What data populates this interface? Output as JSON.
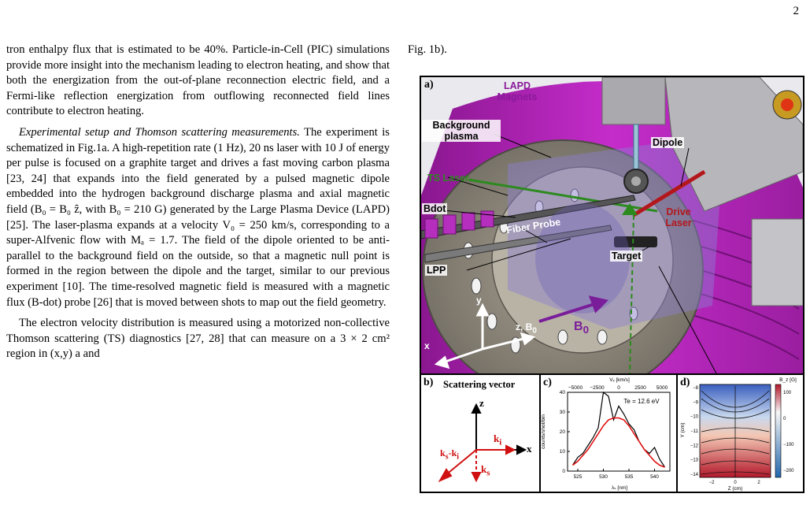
{
  "page_number": "2",
  "left_column": {
    "p1": "tron enthalpy flux that is estimated to be 40%. Particle-in-Cell (PIC) simulations provide more insight into the mechanism leading to electron heating, and show that both the energization from the out-of-plane reconnection electric field, and a Fermi-like reflection energization from outflowing reconnected field lines contribute to electron heating.",
    "p2_heading": "Experimental setup and Thomson scattering measurements.",
    "p2_body": "The experiment is schematized in Fig.1a. A high-repetition rate (1 Hz), 20 ns laser with 10 J of energy per pulse is focused on a graphite target and drives a fast moving carbon plasma [23, 24] that expands into the field generated by a pulsed magnetic dipole embedded into the hydrogen background discharge plasma and axial magnetic field (B₀ = B₀ ẑ, with B₀ = 210 G) generated by the Large Plasma Device (LAPD) [25]. The laser-plasma expands at a velocity V₀ = 250 km/s, corresponding to a super-Alfvenic flow with Mₐ = 1.7. The field of the dipole oriented to be anti-parallel to the background field on the outside, so that a magnetic null point is formed in the region between the dipole and the target, similar to our previous experiment [10]. The time-resolved magnetic field is measured with a magnetic flux (B-dot) probe [26] that is moved between shots to map out the field geometry.",
    "p3": "The electron velocity distribution is measured using a motorized non-collective Thomson scattering (TS) diagnostics [27, 28] that can measure on a 3 × 2 cm² region in (x,y) a and"
  },
  "right_column": {
    "text": "Fig. 1b)."
  },
  "figure": {
    "panel_a": {
      "letter": "a)",
      "labels": {
        "magnets": "LAPD Magnets",
        "background_plasma": "Background plasma",
        "dipole": "Dipole",
        "ts_laser": "TS Laser",
        "bdot": "Bdot",
        "fiber_probe": "Fiber Probe",
        "drive_laser": "Drive Laser",
        "target": "Target",
        "lpp": "LPP",
        "axis_y": "y",
        "axis_x": "x",
        "axis_z": "z, B",
        "axis_z_sub": "0",
        "b0": "B",
        "b0_sub": "0"
      },
      "colors": {
        "magnet": "#b01fb5",
        "ts_laser": "#2c8a1e",
        "drive_laser": "#b3171c",
        "b0": "#7a1d9a"
      }
    },
    "panel_b": {
      "letter": "b)",
      "title": "Scattering vector",
      "z": "z",
      "x": "x",
      "ki": "k",
      "ki_sub": "i",
      "ks": "k",
      "ks_sub": "s",
      "diff": "k",
      "diff_mid": "-k",
      "diff_sub1": "s",
      "diff_sub2": "i"
    },
    "panel_c": {
      "letter": "c)",
      "top_axis_label": "Vₓ [km/s]",
      "top_ticks": [
        "−5000",
        "−2500",
        "0",
        "2500",
        "5000"
      ],
      "y_label": "counts/shot/bin",
      "y_ticks": [
        "0",
        "10",
        "20",
        "30",
        "40"
      ],
      "x_label": "λₛ [nm]",
      "x_ticks": [
        "525",
        "530",
        "535",
        "540"
      ],
      "annotation": "Te = 12.6 eV"
    },
    "panel_d": {
      "letter": "d)",
      "colorbar_label": "B_z [G]",
      "colorbar_ticks": [
        "100",
        "0",
        "−100",
        "−200"
      ],
      "y_label": "Y (cm)",
      "y_ticks": [
        "−8",
        "−9",
        "−10",
        "−11",
        "−12",
        "−13",
        "−14"
      ],
      "x_label": "Z (cm)",
      "x_ticks": [
        "−2",
        "0",
        "2"
      ]
    }
  },
  "chart_data": {
    "type": "line",
    "x": [
      524,
      525,
      526,
      527,
      528,
      529,
      530,
      531,
      532,
      533,
      534,
      535,
      536,
      537,
      538,
      539,
      540,
      541,
      542
    ],
    "series": [
      {
        "values": [
          3,
          7,
          9,
          13,
          17,
          22,
          40,
          38,
          26,
          33,
          29,
          24,
          21,
          15,
          11,
          9,
          12,
          6,
          2
        ]
      },
      {
        "values": [
          3,
          5,
          8,
          11,
          15,
          19,
          23,
          26,
          27,
          27,
          26,
          23,
          19,
          15,
          11,
          8,
          5,
          3,
          2
        ]
      }
    ],
    "xlim": [
      523,
      543
    ],
    "ylim": [
      0,
      40
    ]
  }
}
